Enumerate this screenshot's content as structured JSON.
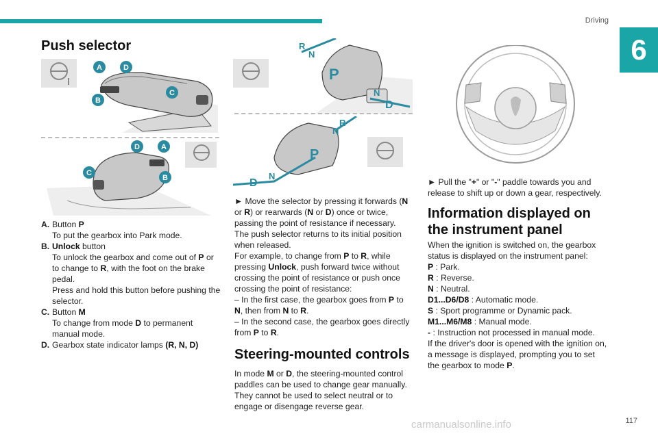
{
  "header": {
    "running_title": "Driving",
    "chapter_number": "6",
    "page_number": "117"
  },
  "watermark": "carmanualsonline.info",
  "colors": {
    "accent": "#1aa6a6",
    "callout": "#2a8aa0"
  },
  "left": {
    "title": "Push selector",
    "fig1_labels": [
      "A",
      "D",
      "C",
      "B"
    ],
    "fig2_labels": [
      "D",
      "A",
      "C",
      "B"
    ],
    "items": [
      {
        "key": "A.",
        "line1_pre": "Button ",
        "line1_bold": "P",
        "desc": "To put the gearbox into Park mode."
      },
      {
        "key": "B.",
        "line1_bold": "Unlock",
        "line1_post": " button",
        "desc_a": "To unlock the gearbox and come out of ",
        "desc_b": "P",
        "desc_c": " or to change to ",
        "desc_d": "R",
        "desc_e": ", with the foot on the brake pedal.",
        "desc2": "Press and hold this button before pushing the selector."
      },
      {
        "key": "C.",
        "line1_pre": "Button ",
        "line1_bold": "M",
        "desc_a": "To change from mode ",
        "desc_b": "D",
        "desc_c": " to permanent manual mode."
      },
      {
        "key": "D.",
        "line1_pre": "Gearbox state indicator lamps ",
        "line1_bold": "(R, N, D)"
      }
    ]
  },
  "middle": {
    "fig_top_labels": [
      "R",
      "N",
      "P",
      "N",
      "D"
    ],
    "fig_bottom_labels": [
      "R",
      "N",
      "P",
      "N",
      "D"
    ],
    "p1_parts": [
      "► Move the selector by pressing it forwards (",
      "N",
      " or ",
      "R",
      ") or rearwards (",
      "N",
      " or ",
      "D",
      ") once or twice, passing the point of resistance if necessary."
    ],
    "p2": "The push selector returns to its initial position when released.",
    "p3_parts": [
      "For example, to change from ",
      "P",
      " to ",
      "R",
      ", while pressing ",
      "Unlock",
      ", push forward twice without crossing the point of resistance or push once crossing the point of resistance:"
    ],
    "p4_parts": [
      "– In the first case, the gearbox goes from ",
      "P",
      " to ",
      "N",
      ", then from ",
      "N",
      " to ",
      "R",
      "."
    ],
    "p5_parts": [
      "– In the second case, the gearbox goes directly from ",
      "P",
      " to ",
      "R",
      "."
    ],
    "title2": "Steering-mounted controls",
    "p6_parts": [
      "In mode ",
      "M",
      " or ",
      "D",
      ", the steering-mounted control paddles can be used to change gear manually. They cannot be used to select neutral or to engage or disengage reverse gear."
    ]
  },
  "right": {
    "paddle_parts": [
      "► Pull the \"",
      "+",
      "\" or \"",
      "-",
      "\" paddle towards you and release to shift up or down a gear, respectively."
    ],
    "title": "Information displayed on the instrument panel",
    "intro": "When the ignition is switched on, the gearbox status is displayed on the instrument panel:",
    "modes": [
      {
        "code": "P",
        "desc": " : Park."
      },
      {
        "code": "R",
        "desc": " : Reverse."
      },
      {
        "code": "N",
        "desc": " : Neutral."
      },
      {
        "code": "D1...D6/D8",
        "desc": " : Automatic mode."
      },
      {
        "code": "S",
        "desc": " : Sport programme or Dynamic pack."
      },
      {
        "code": "M1...M6/M8",
        "desc": " : Manual mode."
      },
      {
        "code": "-",
        "desc": " : Instruction not processed in manual mode."
      }
    ],
    "door_parts": [
      "If the driver's door is opened with the ignition on, a message is displayed, prompting you to set the gearbox to mode ",
      "P",
      "."
    ]
  }
}
